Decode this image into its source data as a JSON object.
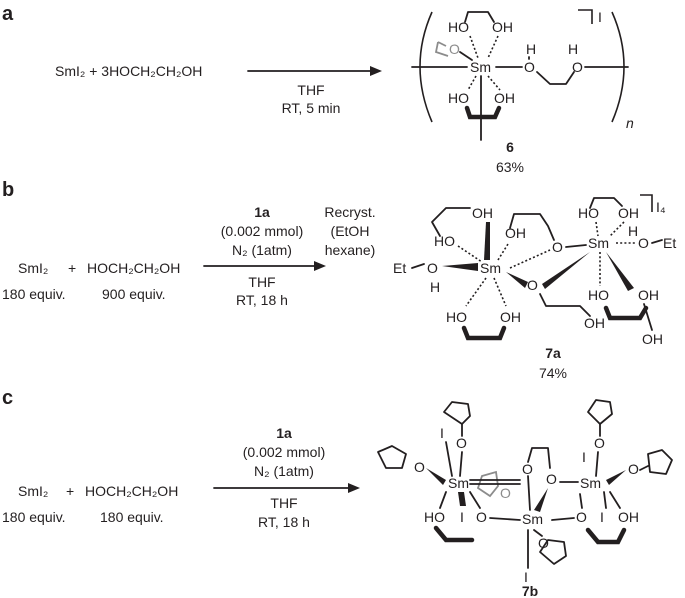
{
  "panels": {
    "a": {
      "label": "a",
      "reactants": "SmI₂ + 3HOCH₂CH₂OH",
      "conditions_below": [
        "THF",
        "RT, 5 min"
      ],
      "product_number": "6",
      "product_yield": "63%",
      "counterion": "I",
      "repeat": "n",
      "atoms": {
        "sm": "Sm",
        "o": "O",
        "oh": "OH",
        "ho": "HO",
        "h": "H"
      }
    },
    "b": {
      "label": "b",
      "reactant1": "SmI₂",
      "plus": "+",
      "reactant2": "HOCH₂CH₂OH",
      "equiv1": "180 equiv.",
      "equiv2": "900 equiv.",
      "cond_above": [
        "1a",
        "(0.002 mmol)",
        "N₂ (1atm)"
      ],
      "cond_below": [
        "THF",
        "RT, 18 h"
      ],
      "recryst": [
        "Recryst.",
        "(EtOH",
        "hexane)"
      ],
      "product_number": "7a",
      "product_yield": "74%",
      "counterion": "I₄",
      "atoms": {
        "sm": "Sm",
        "o": "O",
        "oh": "OH",
        "ho": "HO",
        "h": "H",
        "et": "Et"
      }
    },
    "c": {
      "label": "c",
      "reactant1": "SmI₂",
      "plus": "+",
      "reactant2": "HOCH₂CH₂OH",
      "equiv1": "180 equiv.",
      "equiv2": "180 equiv.",
      "cond_above": [
        "1a",
        "(0.002 mmol)",
        "N₂ (1atm)"
      ],
      "cond_below": [
        "THF",
        "RT, 18 h"
      ],
      "product_number": "7b",
      "atoms": {
        "sm": "Sm",
        "o": "O",
        "i": "I",
        "ho": "HO",
        "oh": "OH"
      }
    }
  }
}
